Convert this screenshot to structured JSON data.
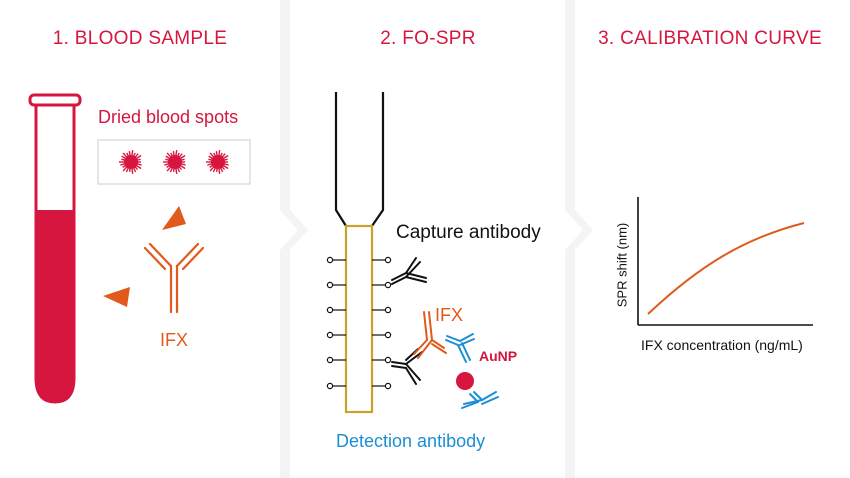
{
  "colors": {
    "red": "#d6163f",
    "orange": "#e05a1c",
    "blue": "#1a8fd6",
    "gold": "#c9a227",
    "black": "#111111",
    "panel": "#ffffff",
    "background": "#f4f4f4"
  },
  "step1": {
    "heading": "1. BLOOD SAMPLE",
    "dried_blood_spots": "Dried blood spots",
    "ifx": "IFX"
  },
  "step2": {
    "heading": "2. FO-SPR",
    "capture_antibody": "Capture antibody",
    "ifx": "IFX",
    "aunp": "AuNP",
    "detection_antibody": "Detection antibody"
  },
  "step3": {
    "heading": "3. CALIBRATION CURVE",
    "y_label": "SPR shift (nm)",
    "x_label": "IFX concentration (ng/mL)"
  }
}
